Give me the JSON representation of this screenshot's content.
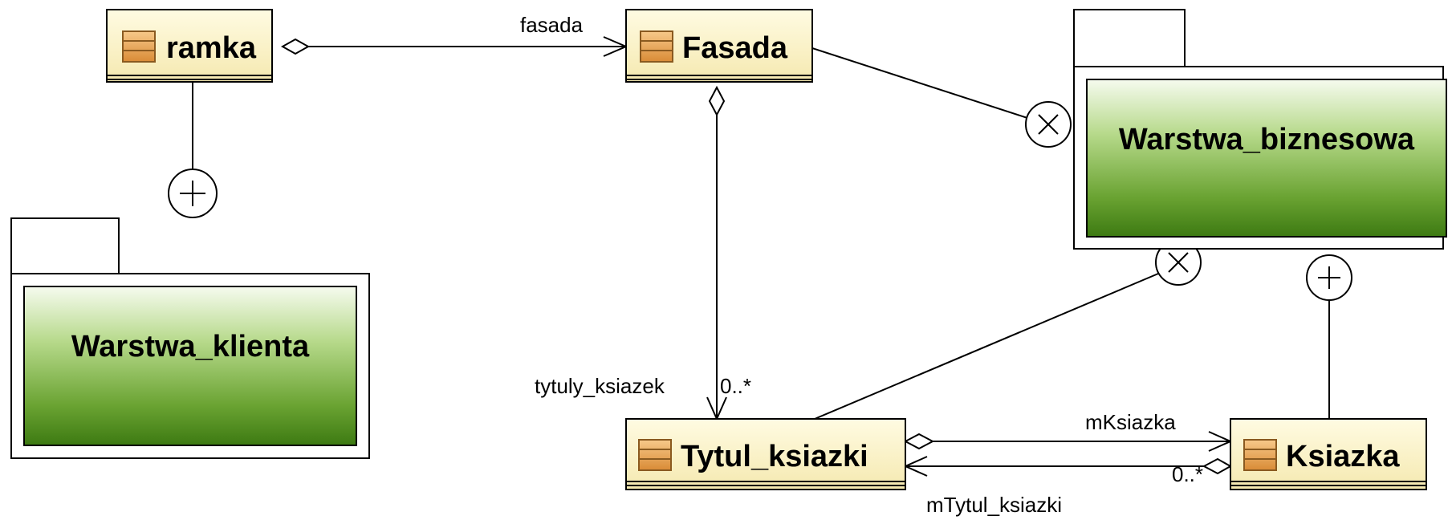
{
  "classes": [
    {
      "id": "ramka",
      "name": "ramka"
    },
    {
      "id": "fasada",
      "name": "Fasada"
    },
    {
      "id": "tytul",
      "name": "Tytul_ksiazki"
    },
    {
      "id": "ksiazka",
      "name": "Ksiazka"
    }
  ],
  "packages": [
    {
      "id": "klient",
      "name": "Warstwa_klienta"
    },
    {
      "id": "biznes",
      "name": "Warstwa_biznesowa"
    }
  ],
  "roles": {
    "fasada": "fasada",
    "tytuly": "tytuly_ksiazek",
    "tytuly_mult": "0..*",
    "mksiazka": "mKsiazka",
    "mksiazka_mult": "0..*",
    "mtytul": "mTytul_ksiazki"
  },
  "colors": {
    "class_fill": "#fbf4cc",
    "class_icon": "#e0a050",
    "package_green_top": "#f4fbe8",
    "package_green_bottom": "#3d7a12"
  }
}
